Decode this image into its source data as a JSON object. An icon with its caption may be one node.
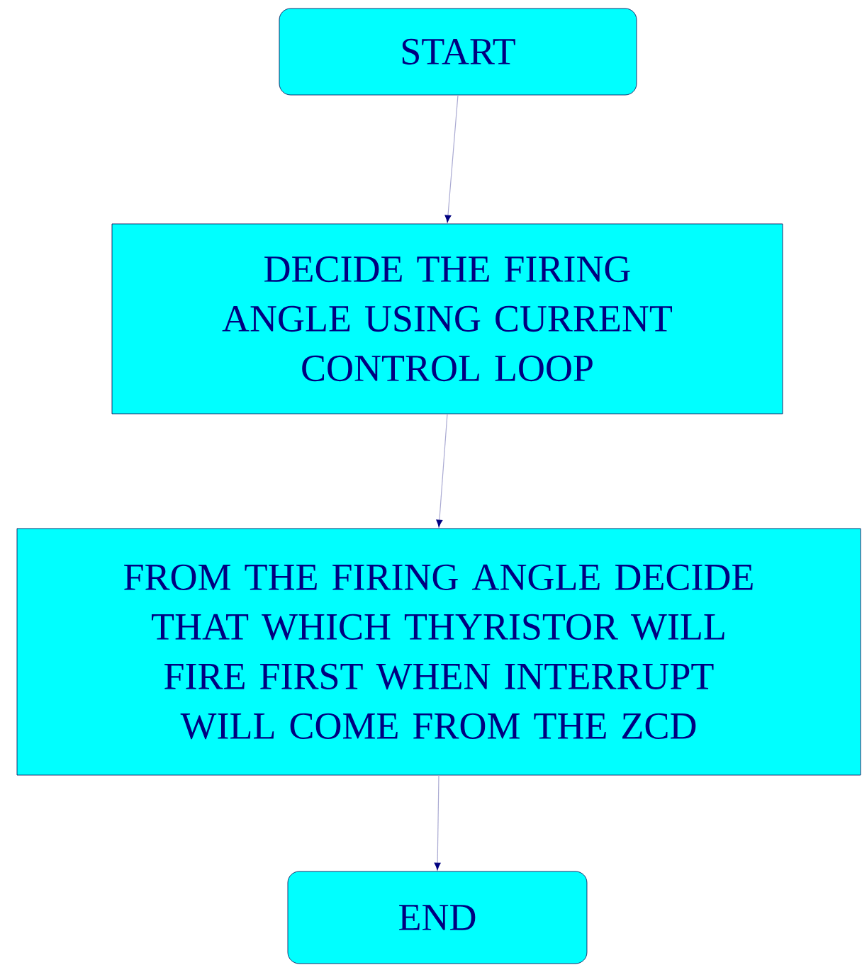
{
  "diagram": {
    "nodes": [
      {
        "text": [
          "START"
        ]
      },
      {
        "text": [
          "DECIDE THE FIRING ANGLE USING CURRENT CONTROL LOOP"
        ]
      },
      {
        "text": [
          "FROM THE FIRING ANGLE DECIDE THAT WHICH THYRISTOR WILL FIRE FIRST WHEN INTERRUPT WILL COME FROM THE ZCD"
        ]
      },
      {
        "text": [
          "END"
        ]
      }
    ],
    "edges": [
      {
        "from": 0,
        "to": 1,
        "arrow": "to"
      },
      {
        "from": 1,
        "to": 2,
        "arrow": "to"
      },
      {
        "from": 2,
        "to": 3,
        "arrow": "to"
      }
    ]
  }
}
